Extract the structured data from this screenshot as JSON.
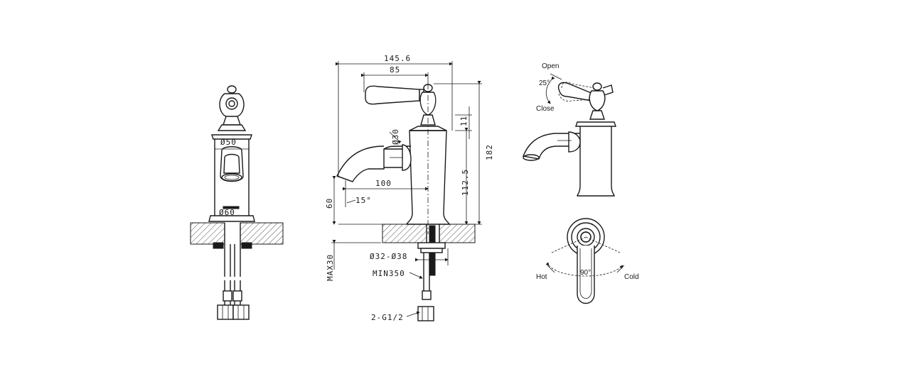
{
  "front_view": {
    "dim_body_diameter": "Ø50",
    "dim_base_diameter": "Ø60"
  },
  "side_view": {
    "dim_total_depth": "145.6",
    "dim_handle_offset": "85",
    "dim_spout_diameter": "Ø30",
    "dim_spout_reach": "100",
    "dim_spout_height": "60",
    "dim_spout_angle": "15°",
    "dim_cap_height": "11",
    "dim_body_height": "112.5",
    "dim_total_height": "182",
    "dim_hole_diameter": "Ø32-Ø38",
    "dim_max_deck": "MAX30",
    "dim_min_hose": "MIN350",
    "dim_hose_thread": "2-G1/2"
  },
  "operation_view": {
    "label_open": "Open",
    "label_angle_lever": "25°",
    "label_close": "Close"
  },
  "top_view": {
    "label_hot": "Hot",
    "label_angle_rotate": "90°",
    "label_cold": "Cold"
  }
}
